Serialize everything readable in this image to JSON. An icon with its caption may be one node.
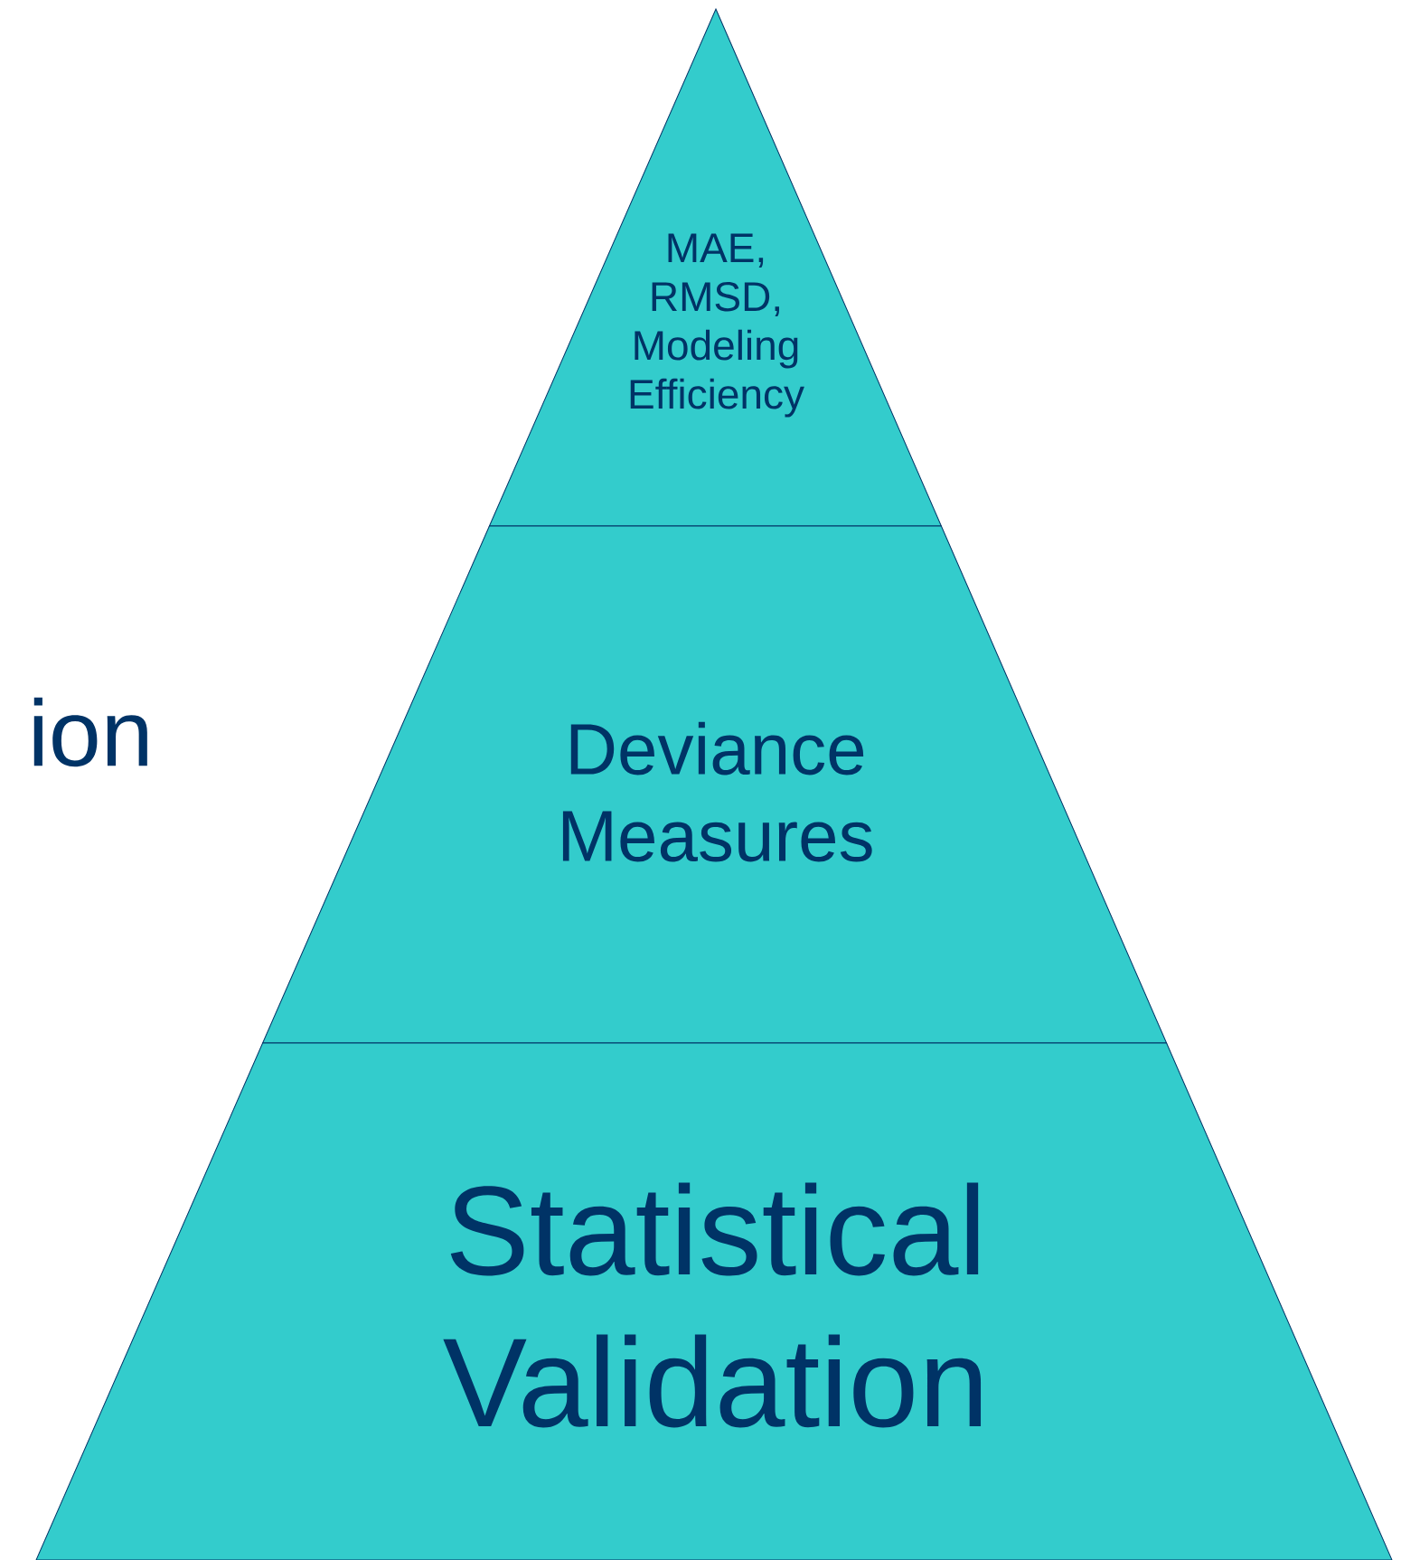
{
  "diagram": {
    "nodes": [
      {
        "text": [
          "MAE, RMSD, Modeling Efficiency"
        ]
      },
      {
        "text": [
          "Deviance Measures"
        ]
      },
      {
        "text": [
          "Statistical Validation"
        ]
      }
    ],
    "labels": [
      "ion"
    ]
  }
}
